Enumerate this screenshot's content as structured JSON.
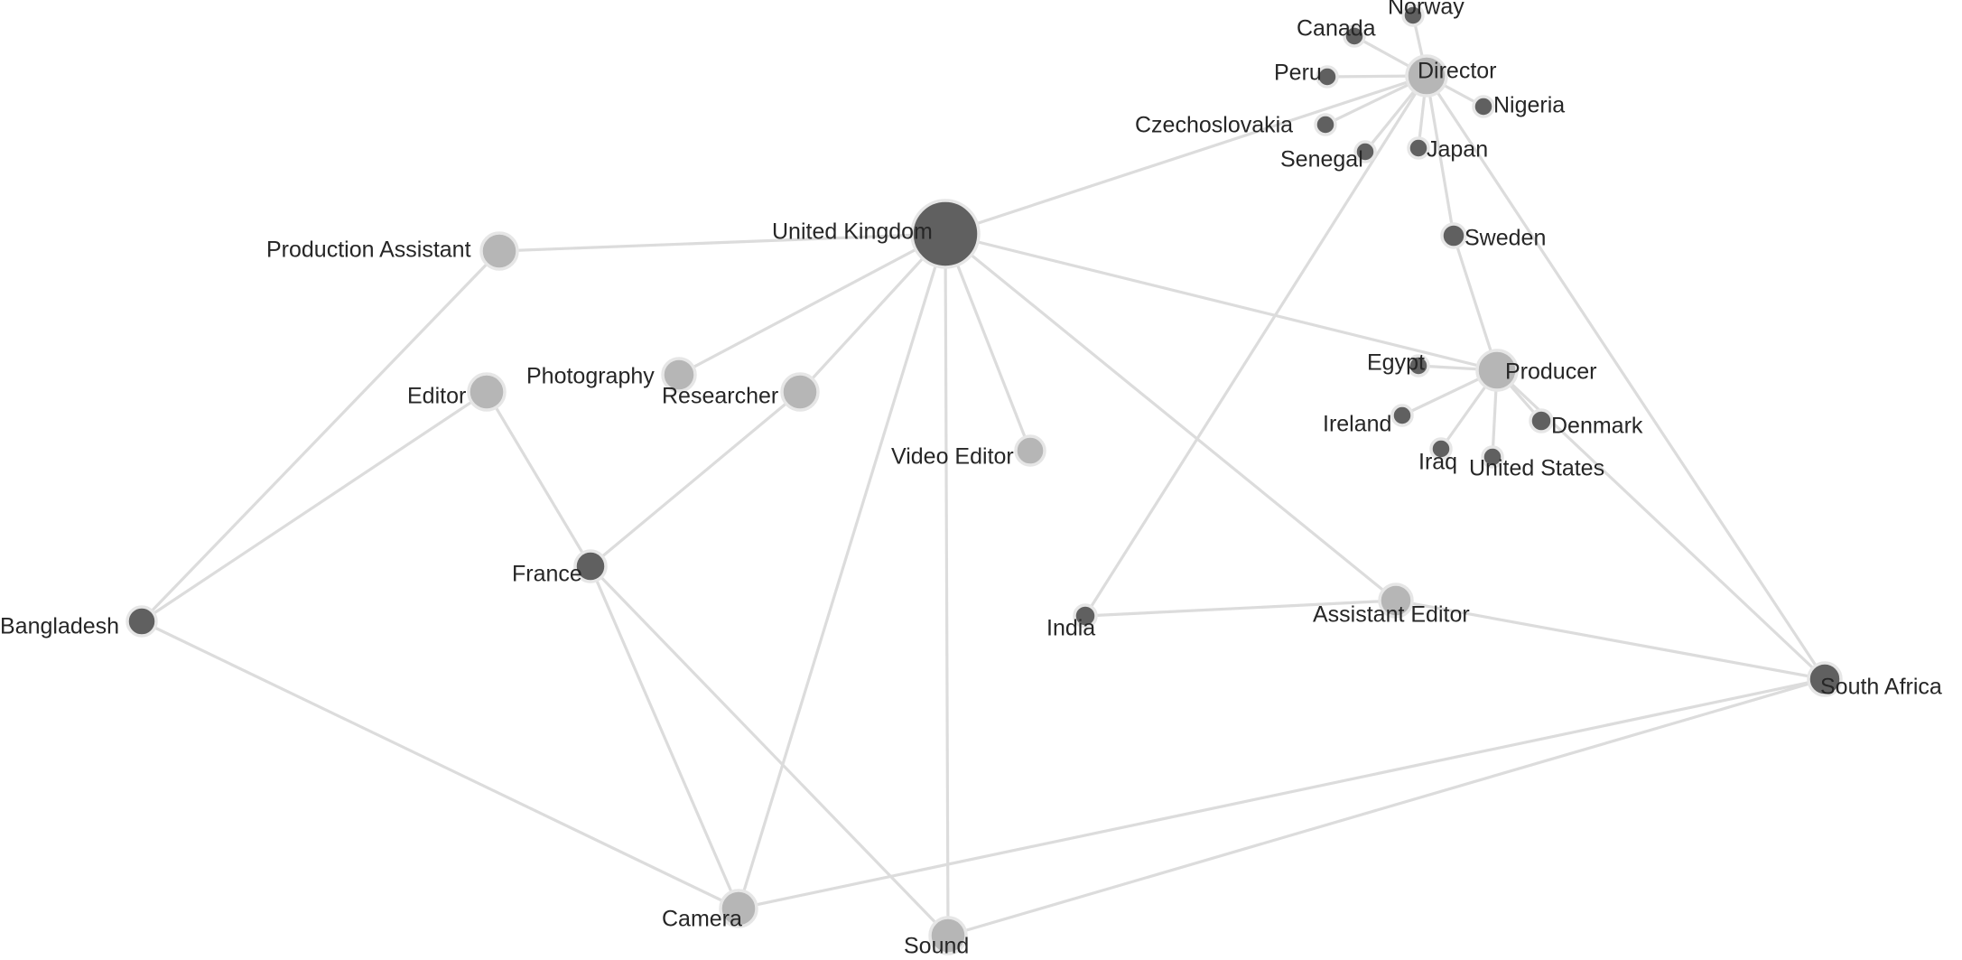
{
  "colors": {
    "country": "#606060",
    "role": "#b6b6b6",
    "edge": "#dcdcdc",
    "halo": "#e6e6e6"
  },
  "nodes": [
    {
      "id": "united-kingdom",
      "label": "United Kingdom",
      "type": "country"
    },
    {
      "id": "director",
      "label": "Director",
      "type": "role"
    },
    {
      "id": "norway",
      "label": "Norway",
      "type": "country"
    },
    {
      "id": "canada",
      "label": "Canada",
      "type": "country"
    },
    {
      "id": "peru",
      "label": "Peru",
      "type": "country"
    },
    {
      "id": "nigeria",
      "label": "Nigeria",
      "type": "country"
    },
    {
      "id": "czechoslovakia",
      "label": "Czechoslovakia",
      "type": "country"
    },
    {
      "id": "senegal",
      "label": "Senegal",
      "type": "country"
    },
    {
      "id": "japan",
      "label": "Japan",
      "type": "country"
    },
    {
      "id": "sweden",
      "label": "Sweden",
      "type": "country"
    },
    {
      "id": "producer",
      "label": "Producer",
      "type": "role"
    },
    {
      "id": "egypt",
      "label": "Egypt",
      "type": "country"
    },
    {
      "id": "ireland",
      "label": "Ireland",
      "type": "country"
    },
    {
      "id": "denmark",
      "label": "Denmark",
      "type": "country"
    },
    {
      "id": "iraq",
      "label": "Iraq",
      "type": "country"
    },
    {
      "id": "united-states",
      "label": "United States",
      "type": "country"
    },
    {
      "id": "production-assistant",
      "label": "Production Assistant",
      "type": "role"
    },
    {
      "id": "photography",
      "label": "Photography",
      "type": "role"
    },
    {
      "id": "researcher",
      "label": "Researcher",
      "type": "role"
    },
    {
      "id": "editor",
      "label": "Editor",
      "type": "role"
    },
    {
      "id": "video-editor",
      "label": "Video Editor",
      "type": "role"
    },
    {
      "id": "france",
      "label": "France",
      "type": "country"
    },
    {
      "id": "bangladesh",
      "label": "Bangladesh",
      "type": "country"
    },
    {
      "id": "india",
      "label": "India",
      "type": "country"
    },
    {
      "id": "assistant-editor",
      "label": "Assistant Editor",
      "type": "role"
    },
    {
      "id": "south-africa",
      "label": "South Africa",
      "type": "country"
    },
    {
      "id": "camera",
      "label": "Camera",
      "type": "role"
    },
    {
      "id": "sound",
      "label": "Sound",
      "type": "role"
    }
  ],
  "edges": [
    [
      "united-kingdom",
      "director"
    ],
    [
      "united-kingdom",
      "production-assistant"
    ],
    [
      "united-kingdom",
      "photography"
    ],
    [
      "united-kingdom",
      "researcher"
    ],
    [
      "united-kingdom",
      "video-editor"
    ],
    [
      "united-kingdom",
      "camera"
    ],
    [
      "united-kingdom",
      "sound"
    ],
    [
      "united-kingdom",
      "producer"
    ],
    [
      "united-kingdom",
      "assistant-editor"
    ],
    [
      "director",
      "norway"
    ],
    [
      "director",
      "canada"
    ],
    [
      "director",
      "peru"
    ],
    [
      "director",
      "nigeria"
    ],
    [
      "director",
      "czechoslovakia"
    ],
    [
      "director",
      "senegal"
    ],
    [
      "director",
      "japan"
    ],
    [
      "director",
      "sweden"
    ],
    [
      "director",
      "india"
    ],
    [
      "director",
      "south-africa"
    ],
    [
      "sweden",
      "producer"
    ],
    [
      "producer",
      "egypt"
    ],
    [
      "producer",
      "ireland"
    ],
    [
      "producer",
      "denmark"
    ],
    [
      "producer",
      "iraq"
    ],
    [
      "producer",
      "united-states"
    ],
    [
      "producer",
      "south-africa"
    ],
    [
      "production-assistant",
      "bangladesh"
    ],
    [
      "editor",
      "bangladesh"
    ],
    [
      "editor",
      "france"
    ],
    [
      "researcher",
      "france"
    ],
    [
      "france",
      "camera"
    ],
    [
      "france",
      "sound"
    ],
    [
      "bangladesh",
      "camera"
    ],
    [
      "india",
      "assistant-editor"
    ],
    [
      "assistant-editor",
      "south-africa"
    ],
    [
      "south-africa",
      "camera"
    ],
    [
      "south-africa",
      "sound"
    ]
  ]
}
